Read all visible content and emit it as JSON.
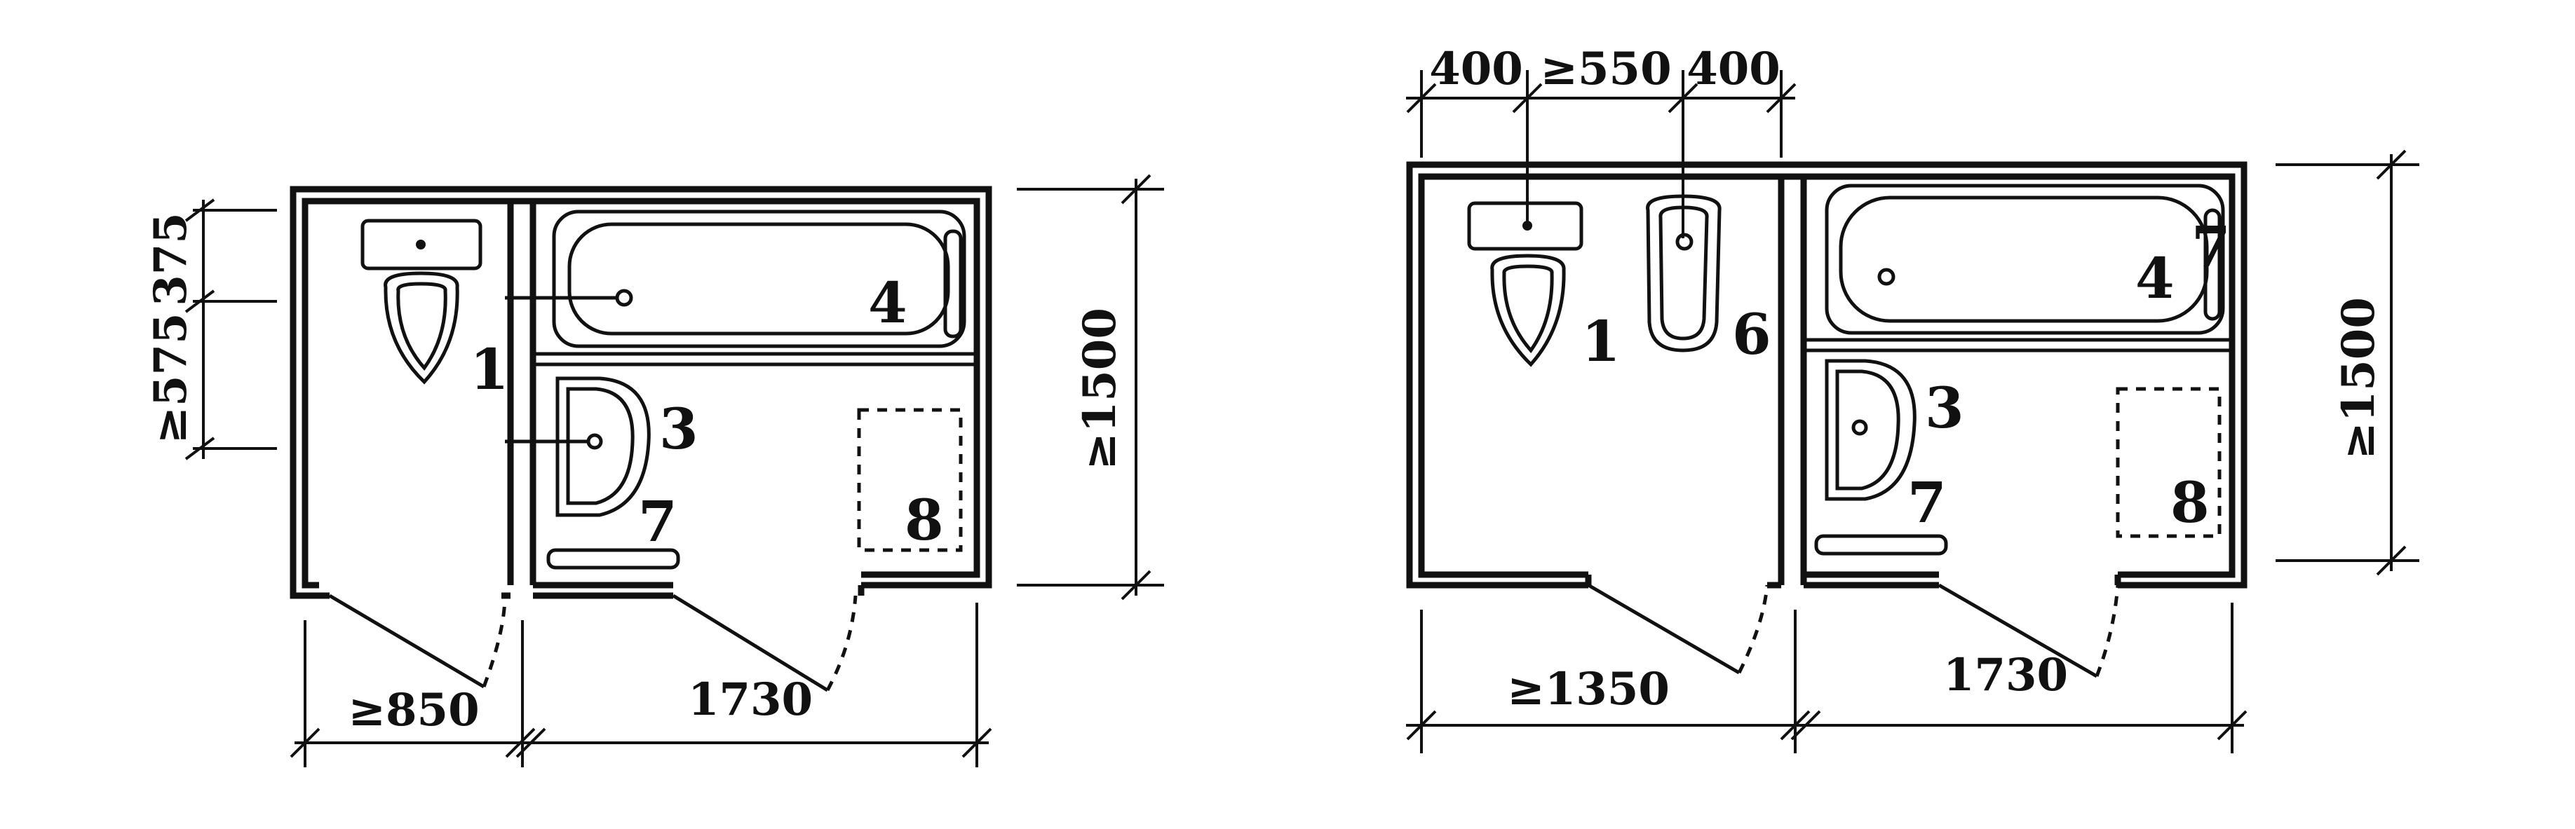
{
  "left_plan": {
    "labels": {
      "toilet": "1",
      "washbasin": "3",
      "bathtub": "4",
      "towel_rail": "7",
      "cabinet": "8"
    },
    "dims": {
      "top_v1": "375",
      "top_v2": "≥575",
      "right_v": "≥1500",
      "bottom_h1": "≥850",
      "bottom_h2": "1730"
    }
  },
  "right_plan": {
    "labels": {
      "toilet": "1",
      "bidet": "6",
      "washbasin": "3",
      "bathtub": "4",
      "towel_rail_tub": "7",
      "towel_rail": "7",
      "cabinet": "8"
    },
    "dims": {
      "top_h1": "400",
      "top_h2": "≥550",
      "top_h3": "400",
      "right_v": "≥1500",
      "bottom_h1": "≥1350",
      "bottom_h2": "1730"
    }
  }
}
